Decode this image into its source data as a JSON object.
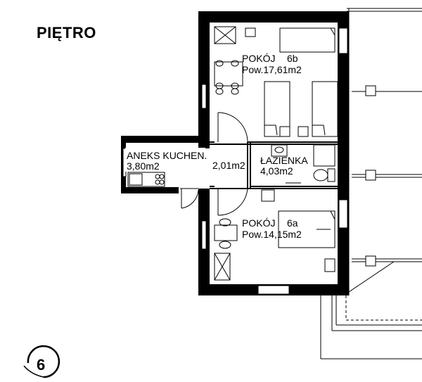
{
  "floor": {
    "title": "PIĘTRO"
  },
  "rooms": [
    {
      "id": "room-6b",
      "name": "POKÓJ",
      "number": "6b",
      "area": "Pow.17,61m2"
    },
    {
      "id": "room-6a",
      "name": "POKÓJ",
      "number": "6a",
      "area": "Pow.14,15m2"
    },
    {
      "id": "kitchen-annex",
      "name": "ANEKS KUCHEN.",
      "area": "3,80m2"
    },
    {
      "id": "bathroom",
      "name": "ŁAZIENKA",
      "area": "4,03m2"
    },
    {
      "id": "hall",
      "area": "2,01m2"
    }
  ],
  "badge": {
    "number": "6"
  }
}
